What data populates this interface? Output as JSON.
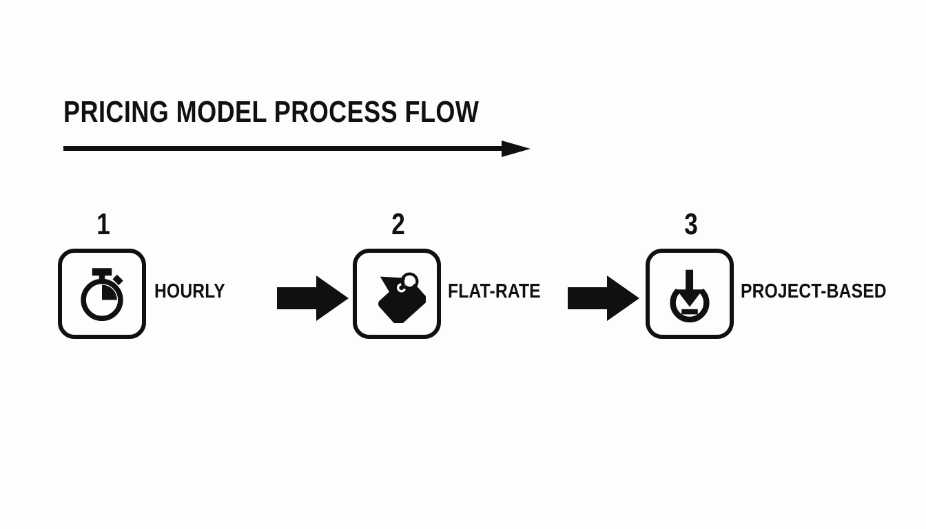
{
  "page": {
    "title": "PRICING MODEL PROCESS FLOW",
    "background_color": "#fdfdfd",
    "ink_color": "#101010"
  },
  "title_arrow": {
    "icon": "right-arrow-icon"
  },
  "flow": {
    "steps": [
      {
        "number": "1",
        "label": "HOURLY",
        "icon": "stopwatch-icon"
      },
      {
        "number": "2",
        "label": "FLAT-RATE",
        "icon": "price-tag-icon"
      },
      {
        "number": "3",
        "label": "PROJECT-BASED",
        "icon": "download-icon"
      }
    ],
    "connectors": [
      {
        "icon": "block-arrow-right-icon"
      },
      {
        "icon": "block-arrow-right-icon"
      }
    ]
  }
}
